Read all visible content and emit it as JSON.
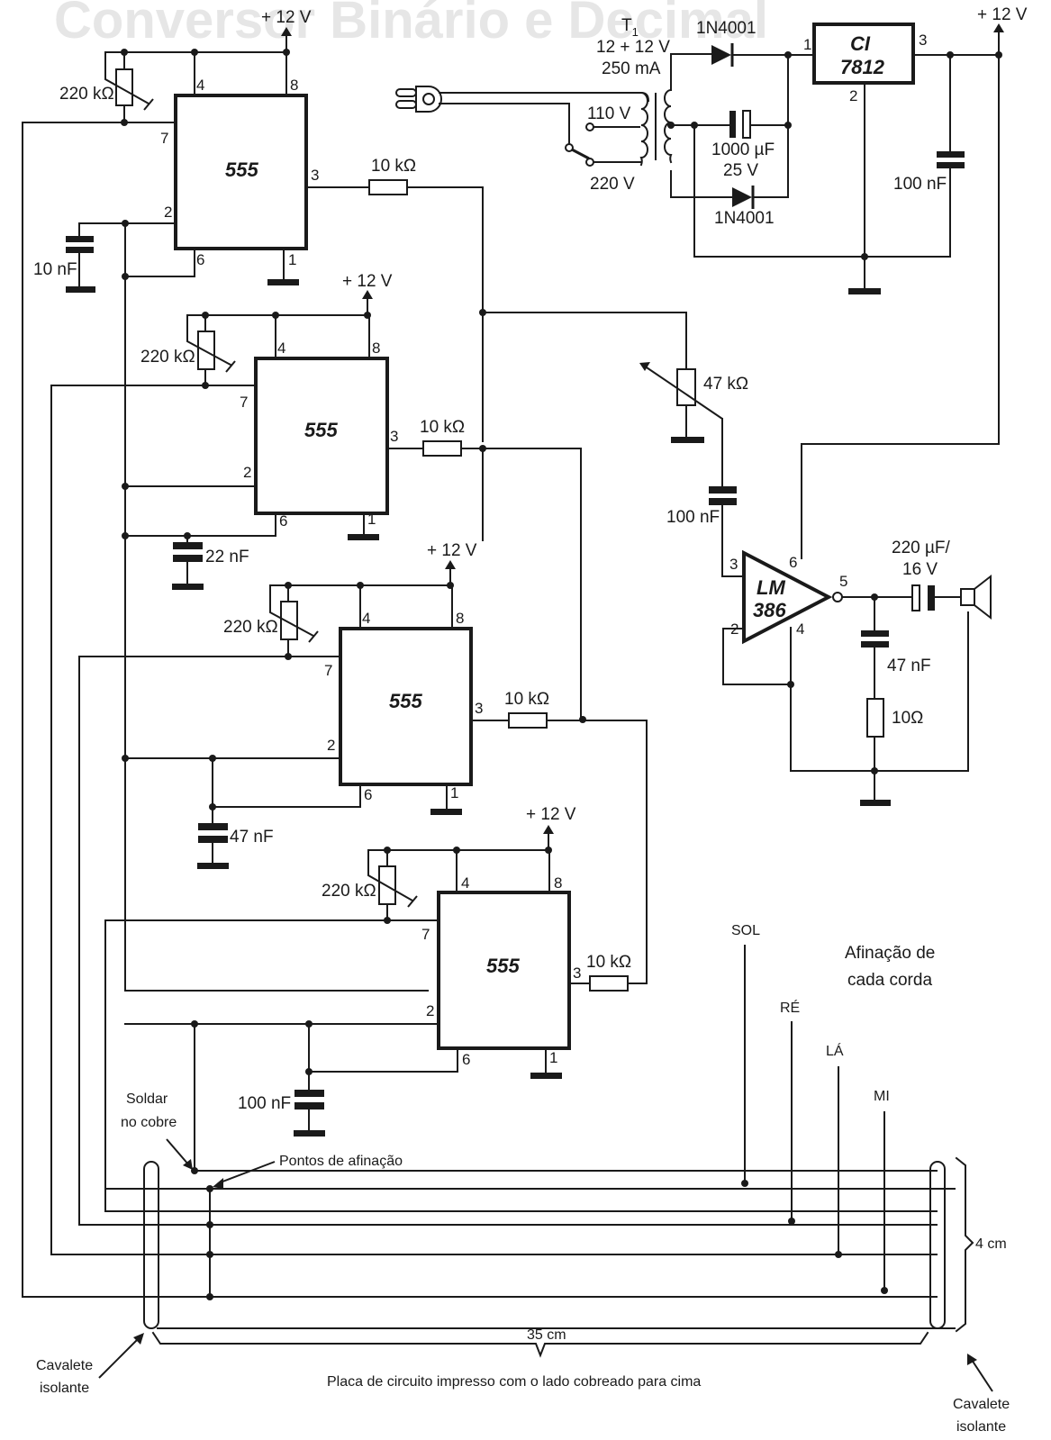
{
  "header": {
    "faded_title": "Conversor Binário e Decimal"
  },
  "rails": {
    "supply": "+ 12 V"
  },
  "power_supply": {
    "transformer_name": "T",
    "transformer_subscript": "1",
    "transformer_rating": "12 + 12 V",
    "transformer_current": "250 mA",
    "mains_110": "110 V",
    "mains_220": "220 V",
    "diode_top": "1N4001",
    "diode_bottom": "1N4001",
    "filter_cap": "1000 µF",
    "filter_cap_voltage": "25 V",
    "regulator_line1": "CI",
    "regulator_line2": "7812",
    "regulator_pins": [
      "1",
      "2",
      "3"
    ],
    "output_cap": "100 nF"
  },
  "oscillators": [
    {
      "chip": "555",
      "pot": "220 kΩ",
      "timing_cap": "10 nF",
      "out_res": "10 kΩ"
    },
    {
      "chip": "555",
      "pot": "220 kΩ",
      "timing_cap": "22 nF",
      "out_res": "10 kΩ"
    },
    {
      "chip": "555",
      "pot": "220 kΩ",
      "timing_cap": "47 nF",
      "out_res": "10 kΩ"
    },
    {
      "chip": "555",
      "pot": "220 kΩ",
      "timing_cap": "100 nF",
      "out_res": "10 kΩ"
    }
  ],
  "pins_555": {
    "p1": "1",
    "p2": "2",
    "p3": "3",
    "p4": "4",
    "p6": "6",
    "p7": "7",
    "p8": "8"
  },
  "amplifier": {
    "volume_pot": "47 kΩ",
    "coupling_cap": "100 nF",
    "chip_line1": "LM",
    "chip_line2": "386",
    "pins": {
      "p2": "2",
      "p3": "3",
      "p4": "4",
      "p5": "5",
      "p6": "6"
    },
    "output_cap": "220 µF/",
    "output_cap_voltage": "16 V",
    "zobel_cap": "47 nF",
    "zobel_res": "10Ω"
  },
  "strings": {
    "title_line1": "Afinação de",
    "title_line2": "cada corda",
    "notes": [
      "SOL",
      "RÉ",
      "LÁ",
      "MI"
    ]
  },
  "annotations": {
    "solder_line1": "Soldar",
    "solder_line2": "no cobre",
    "tuning_points": "Pontos de afinação",
    "bridge_left_line1": "Cavalete",
    "bridge_left_line2": "isolante",
    "bridge_right_line1": "Cavalete",
    "bridge_right_line2": "isolante",
    "width_dim": "4 cm",
    "length_dim": "35 cm",
    "board_caption": "Placa de circuito impresso com o lado cobreado para cima"
  }
}
